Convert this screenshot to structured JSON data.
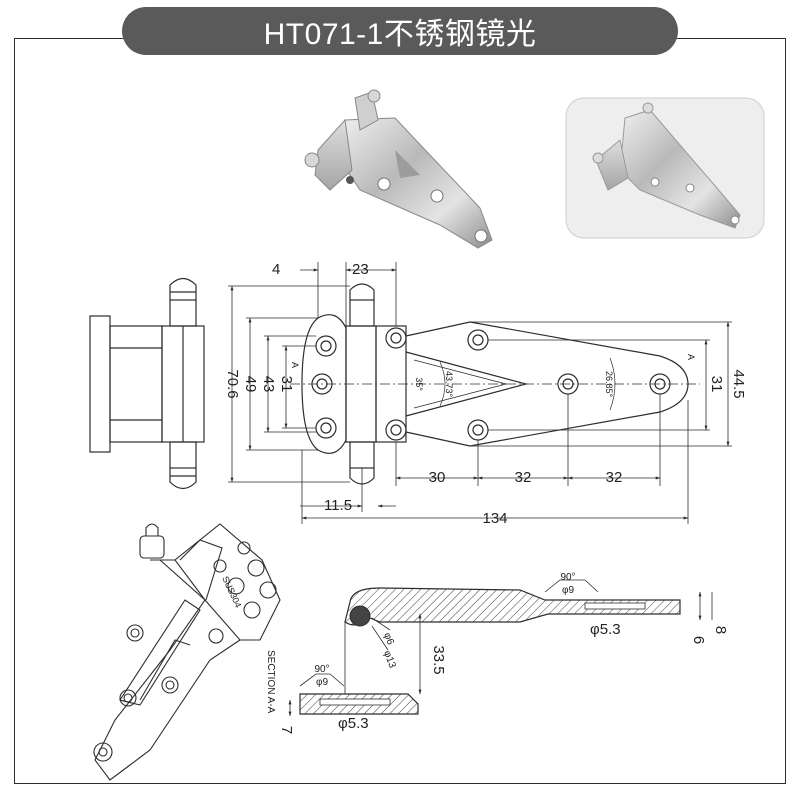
{
  "title": "HT071-1不锈钢镜光",
  "colors": {
    "title_bg": "#5a5a5a",
    "line": "#2d2d2d",
    "hatch": "#444444"
  },
  "front_view": {
    "dims_top": [
      "4",
      "23"
    ],
    "dims_left": [
      "70.6",
      "49",
      "43",
      "31"
    ],
    "dims_right": [
      "44.5",
      "31"
    ],
    "dims_bottom": [
      "30",
      "32",
      "32"
    ],
    "dim_11_5": "11.5",
    "dim_134": "134",
    "angle_labels": [
      "35°",
      "43.73°",
      "26.85°"
    ],
    "section_marks": [
      "A",
      "A"
    ]
  },
  "section": {
    "label": "SECTION A-A",
    "countersink_angle": "90°",
    "countersink_dia": "φ9",
    "hole_dia": "φ5.3",
    "pin_dia": "φ6",
    "boss_dia": "φ13",
    "height": "33.5",
    "thickness_6": "6",
    "thickness_8": "8",
    "thickness_7": "7"
  },
  "iso_view": {
    "stamp": "SUS304"
  }
}
